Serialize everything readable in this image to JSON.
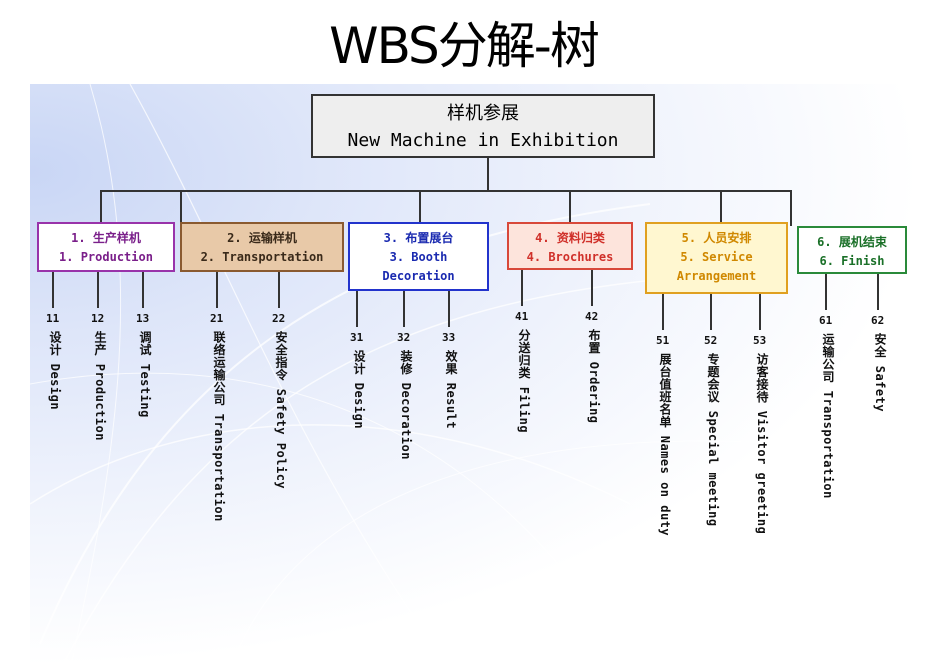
{
  "title": "WBS分解-树",
  "root": {
    "line1": "样机参展",
    "line2": "New Machine in Exhibition"
  },
  "branches": [
    {
      "lines": [
        "1. 生产样机",
        "1. Production"
      ],
      "border": "#9933aa",
      "bg": "#ffffff",
      "color": "#7a1f8a",
      "children": [
        {
          "num": "11",
          "text": "设计 Design"
        },
        {
          "num": "12",
          "text": "生产 Production"
        },
        {
          "num": "13",
          "text": "调试 Testing"
        }
      ]
    },
    {
      "lines": [
        "2. 运输样机",
        "2. Transportation"
      ],
      "border": "#8a5a30",
      "bg": "#e8c9a8",
      "color": "#3a2a1a",
      "children": [
        {
          "num": "21",
          "text": "联络运输公司 Transportation"
        },
        {
          "num": "22",
          "text": "安全指令 Safety Policy"
        }
      ]
    },
    {
      "lines": [
        "3. 布置展台",
        "3. Booth",
        "Decoration"
      ],
      "border": "#2233cc",
      "bg": "#ffffff",
      "color": "#1a2ab0",
      "children": [
        {
          "num": "31",
          "text": "设计 Design"
        },
        {
          "num": "32",
          "text": "装修 Decoration"
        },
        {
          "num": "33",
          "text": "效果 Result"
        }
      ]
    },
    {
      "lines": [
        "4. 资料归类",
        "4. Brochures"
      ],
      "border": "#d8483a",
      "bg": "#fde4dc",
      "color": "#d0302a",
      "children": [
        {
          "num": "41",
          "text": "分送归类 Filing"
        },
        {
          "num": "42",
          "text": "布置 Ordering"
        }
      ]
    },
    {
      "lines": [
        "5. 人员安排",
        "5. Service",
        "Arrangement"
      ],
      "border": "#e0a020",
      "bg": "#fff7d0",
      "color": "#d08800",
      "children": [
        {
          "num": "51",
          "text": "展台值班名单 Names on duty"
        },
        {
          "num": "52",
          "text": "专题会议 Special meeting"
        },
        {
          "num": "53",
          "text": "访客接待 Visitor greeting"
        }
      ]
    },
    {
      "lines": [
        "6. 展机结束",
        "6. Finish"
      ],
      "border": "#2a8a3a",
      "bg": "#ffffff",
      "color": "#1a7028",
      "children": [
        {
          "num": "61",
          "text": "运输公司 Transportation"
        },
        {
          "num": "62",
          "text": "安全 Safety"
        }
      ]
    }
  ]
}
